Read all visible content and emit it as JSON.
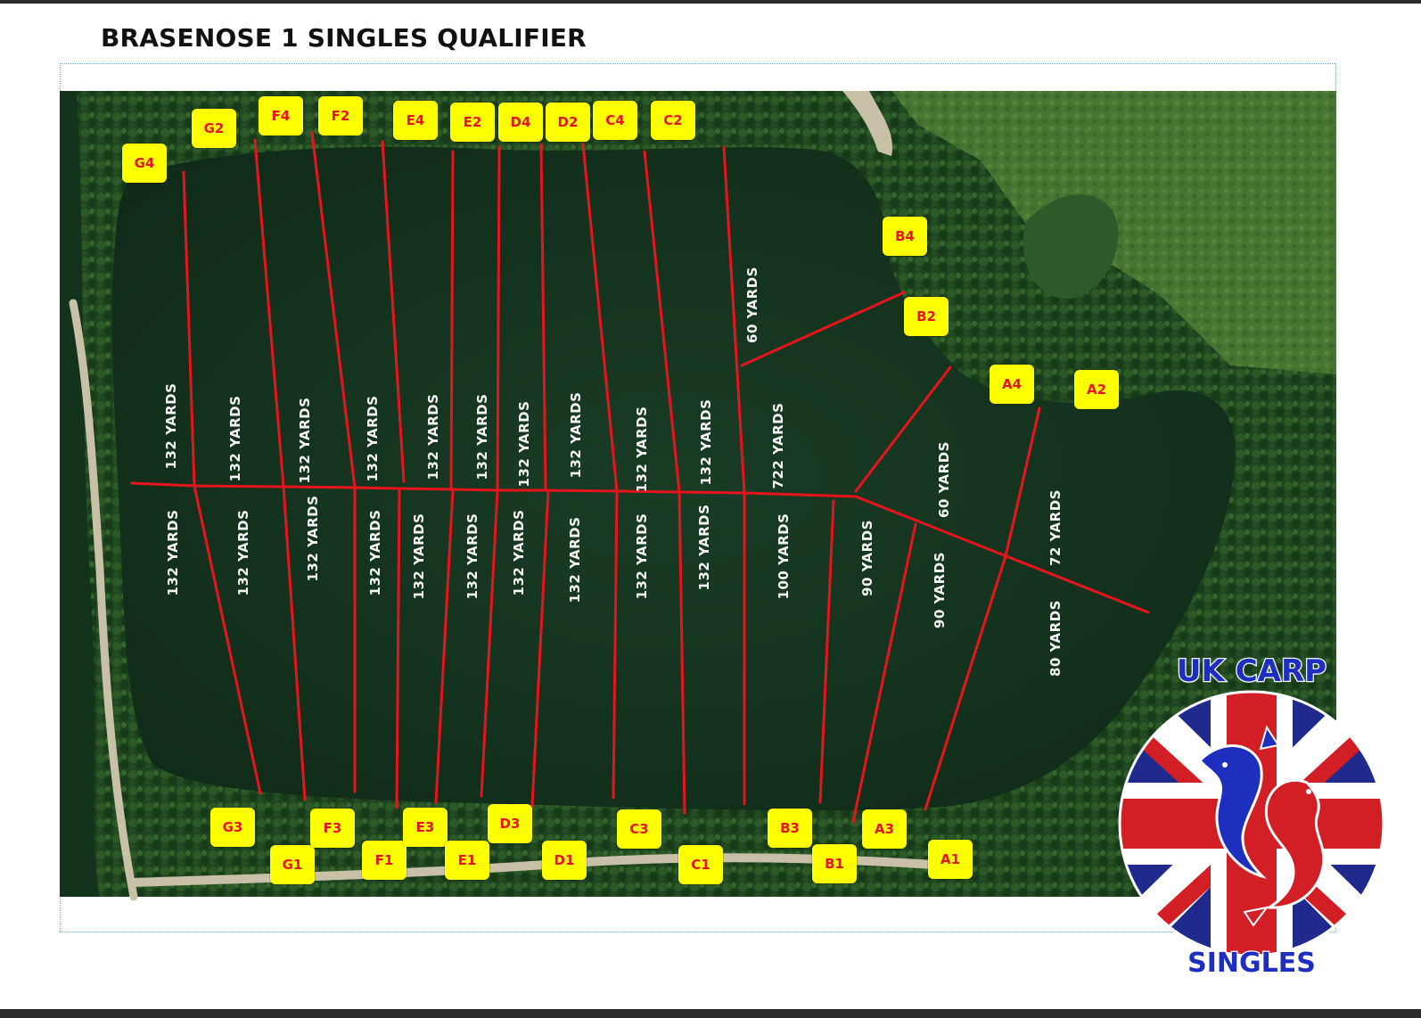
{
  "title": "BRASENOSE 1 SINGLES QUALIFIER",
  "colors": {
    "water": "#15331f",
    "trees": "#1e4420",
    "grass": "#3c6a2a",
    "path": "#c9c0a8",
    "divider": "#e8141d",
    "peg_fill": "#ffff00",
    "peg_text": "#e8141d",
    "distance_text": "#f4f4f4"
  },
  "pegs": {
    "north": [
      "G4",
      "G2",
      "F4",
      "F2",
      "E4",
      "E2",
      "D4",
      "D2",
      "C4",
      "C2"
    ],
    "east": [
      "B4",
      "B2",
      "A4",
      "A2"
    ],
    "south": [
      "G3",
      "G1",
      "F3",
      "F1",
      "E3",
      "E1",
      "D3",
      "D1",
      "C3",
      "C1",
      "B3",
      "B1",
      "A3",
      "A1"
    ]
  },
  "distances": {
    "upper": [
      "132 YARDS",
      "132 YARDS",
      "132 YARDS",
      "132 YARDS",
      "132 YARDS",
      "132 YARDS",
      "132 YARDS",
      "132 YARDS",
      "132 YARDS",
      "132 YARDS",
      "722 YARDS",
      "60 YARDS",
      "60 YARDS",
      "72 YARDS"
    ],
    "lower": [
      "132 YARDS",
      "132 YARDS",
      "132 YARDS",
      "132 YARDS",
      "132 YARDS",
      "132 YARDS",
      "132 YARDS",
      "132 YARDS",
      "132 YARDS",
      "132 YARDS",
      "100  YARDS",
      "90  YARDS",
      "90  YARDS",
      "80 YARDS"
    ]
  },
  "logo": {
    "top_text": "UK CARP",
    "bottom_text": "SINGLES"
  }
}
